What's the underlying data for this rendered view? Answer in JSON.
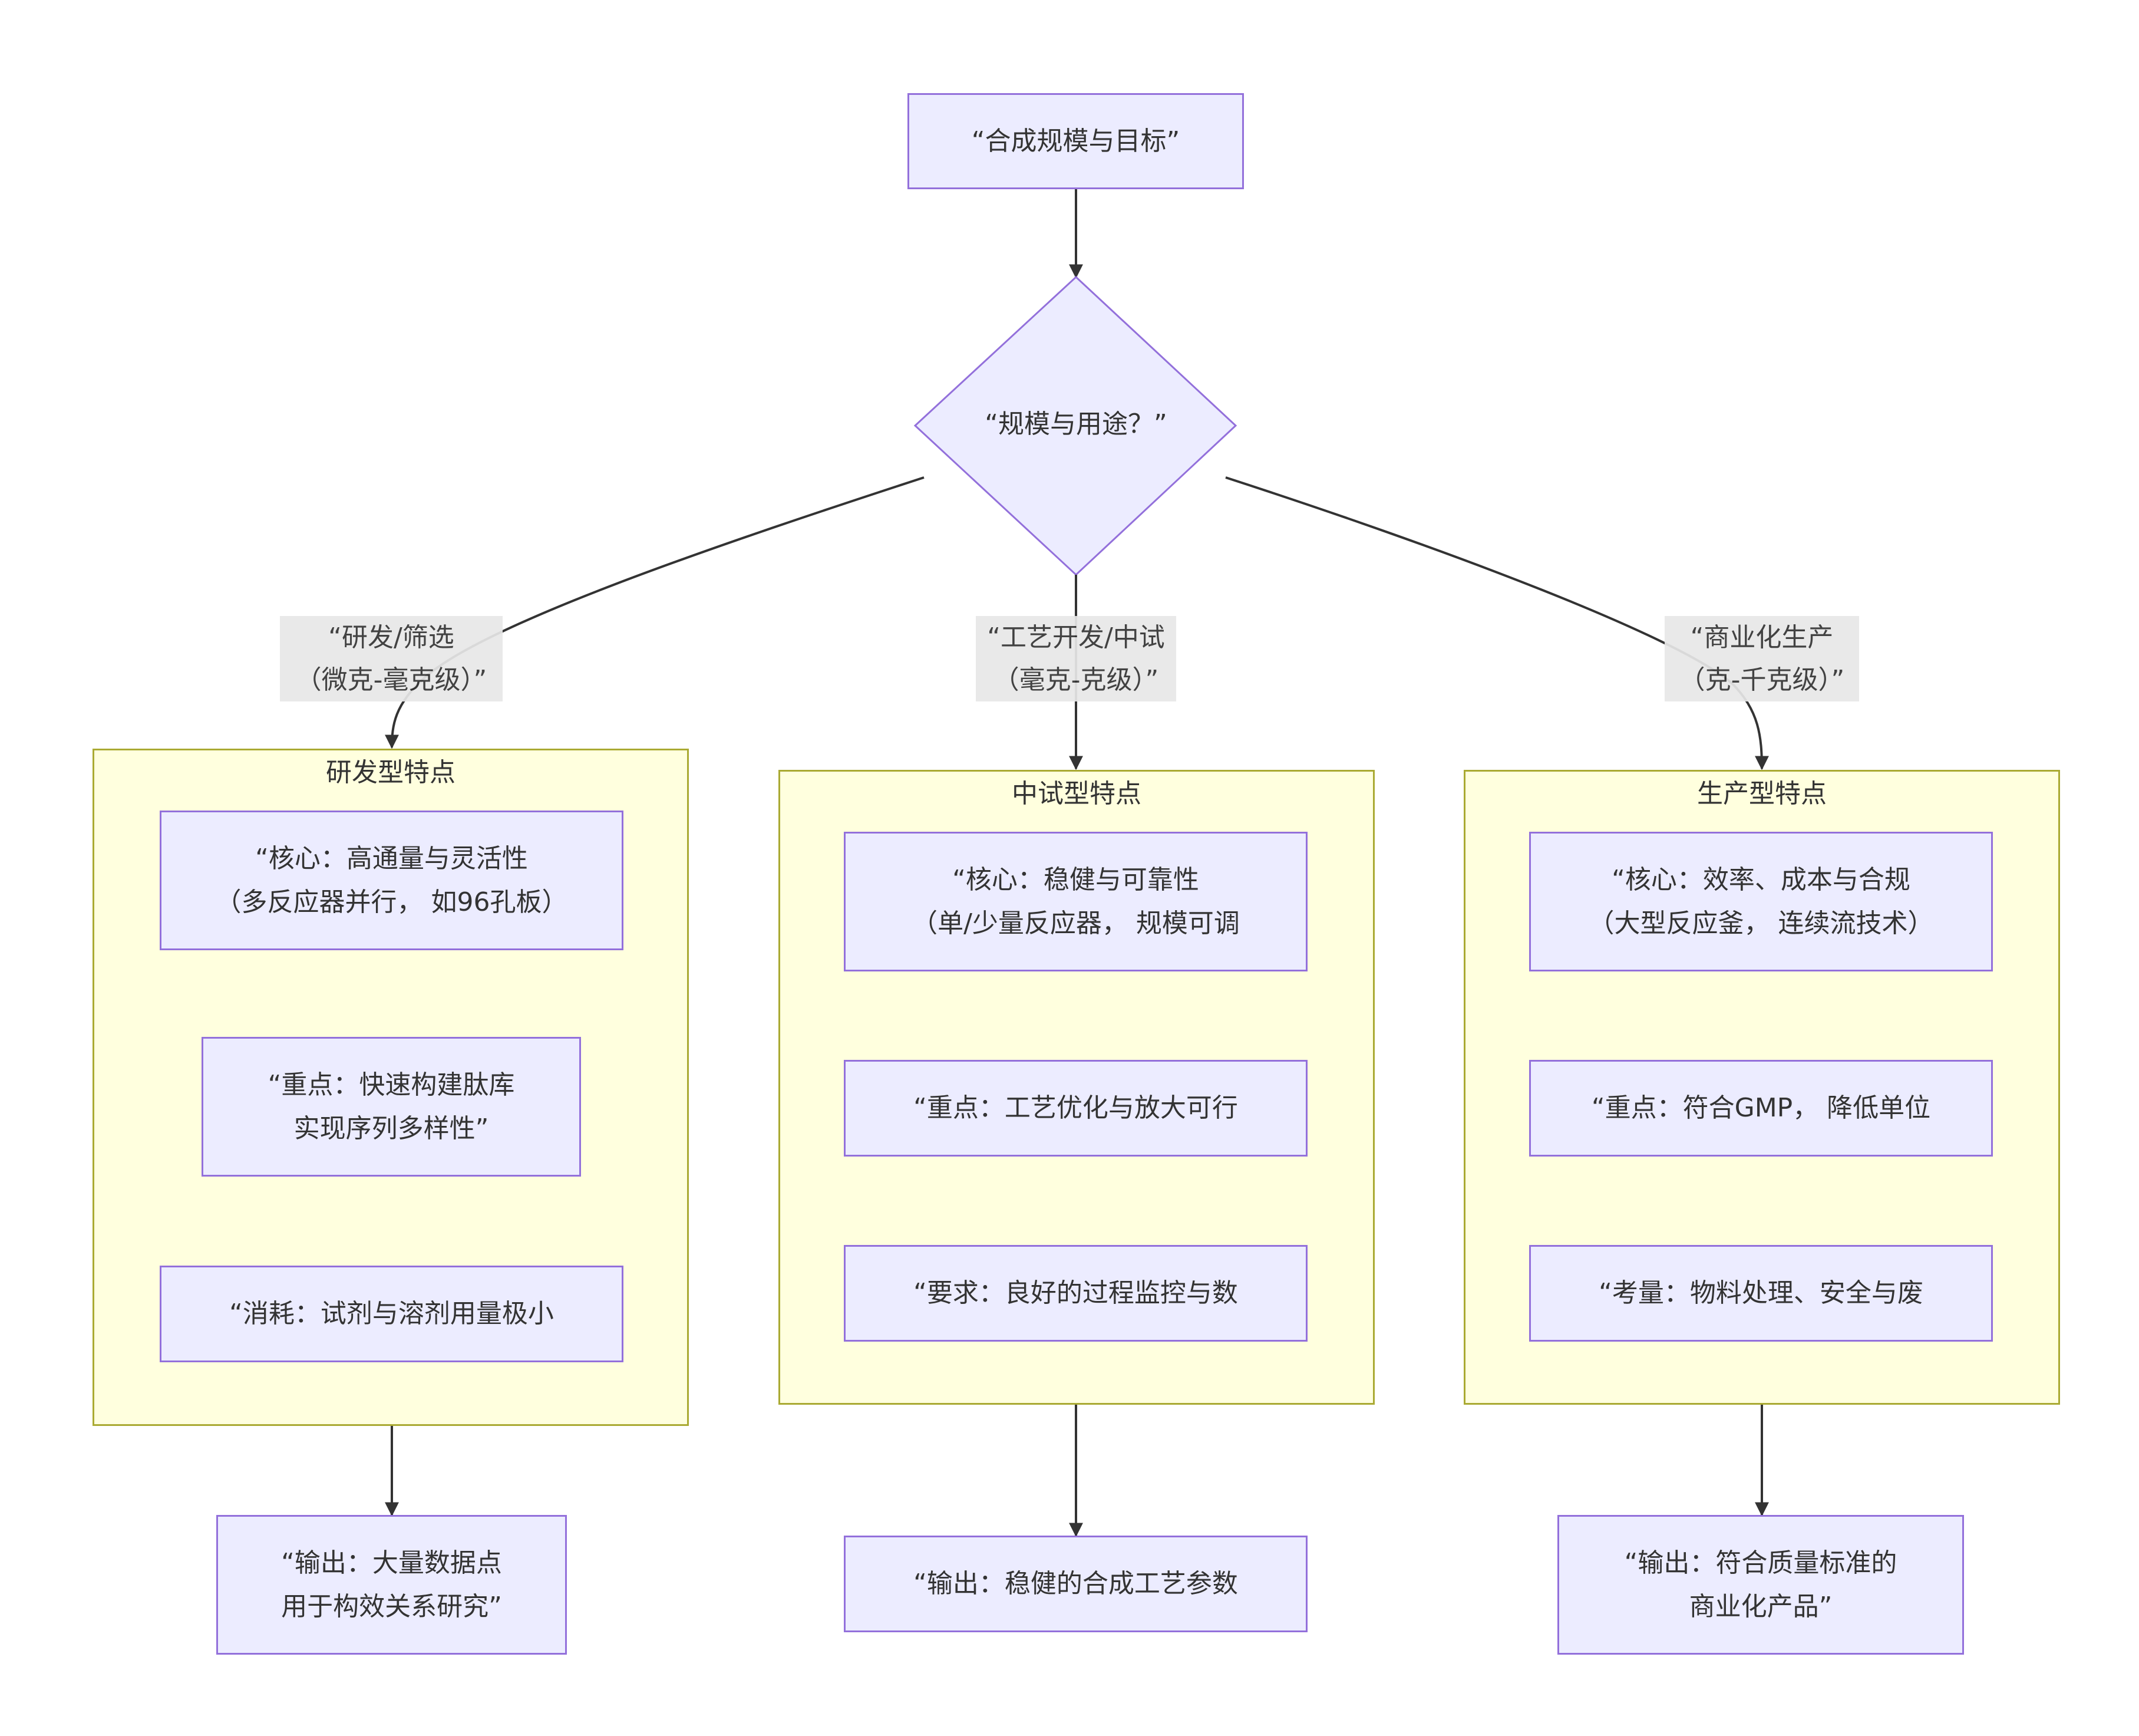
{
  "colors": {
    "node_fill": "#ececff",
    "node_border": "#9370db",
    "cluster_fill": "#ffffde",
    "cluster_border": "#aaaa33",
    "edge": "#333333",
    "edge_label_bg": "#e8e8e8",
    "text": "#333333"
  },
  "start": {
    "label": "“合成规模与目标”"
  },
  "decision": {
    "label": "“规模与用途？”"
  },
  "edge_labels": [
    {
      "label": "“研发/筛选\n（微克-毫克级）”"
    },
    {
      "label": "“工艺开发/中试\n（毫克-克级）”"
    },
    {
      "label": "“商业化生产\n（克-千克级）”"
    }
  ],
  "clusters": [
    {
      "title": "研发型特点",
      "nodes": [
        {
          "label": "“核心：高通量与灵活性\n（多反应器并行， 如96孔板）"
        },
        {
          "label": "“重点：快速构建肽库\n实现序列多样性”"
        },
        {
          "label": "“消耗：试剂与溶剂用量极小"
        }
      ],
      "output": {
        "label": "“输出：大量数据点\n用于构效关系研究”"
      }
    },
    {
      "title": "中试型特点",
      "nodes": [
        {
          "label": "“核心：稳健与可靠性\n（单/少量反应器， 规模可调"
        },
        {
          "label": "“重点：工艺优化与放大可行"
        },
        {
          "label": "“要求：良好的过程监控与数"
        }
      ],
      "output": {
        "label": "“输出：稳健的合成工艺参数"
      }
    },
    {
      "title": "生产型特点",
      "nodes": [
        {
          "label": "“核心：效率、成本与合规\n（大型反应釜， 连续流技术）"
        },
        {
          "label": "“重点：符合GMP， 降低单位"
        },
        {
          "label": "“考量：物料处理、安全与废"
        }
      ],
      "output": {
        "label": "“输出：符合质量标准的\n商业化产品”"
      }
    }
  ]
}
